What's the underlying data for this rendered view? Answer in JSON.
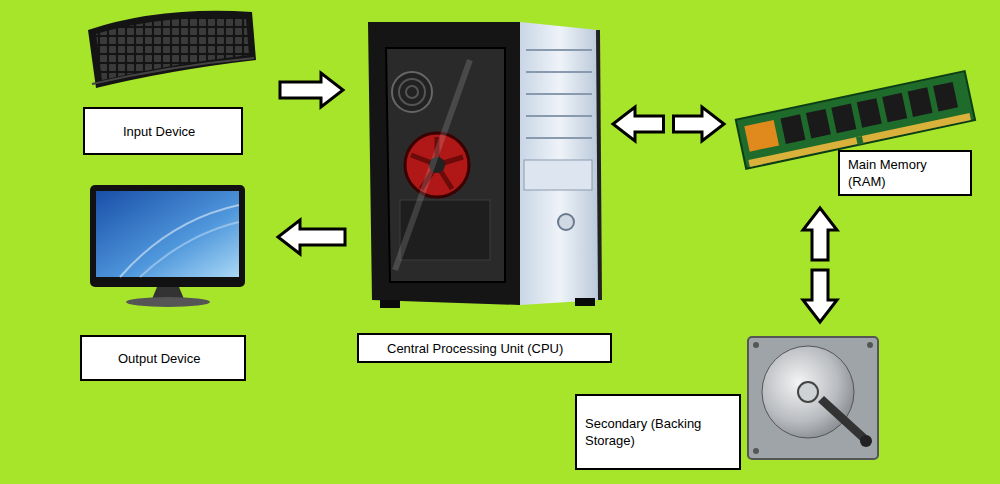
{
  "diagram": {
    "nodes": [
      {
        "text": [
          "Input Device"
        ]
      },
      {
        "text": [
          "Central Processing Unit (CPU)"
        ]
      },
      {
        "text": [
          "Main Memory (RAM)"
        ]
      },
      {
        "text": [
          "Output Device"
        ]
      },
      {
        "text": [
          "Secondary (Backing Storage)"
        ]
      }
    ],
    "edges": [
      {
        "from": 0,
        "to": 1,
        "arrow": "to"
      },
      {
        "from": 1,
        "to": 3,
        "arrow": "to"
      },
      {
        "from": 1,
        "to": 2,
        "arrow": "both"
      },
      {
        "from": 2,
        "to": 4,
        "arrow": "both"
      }
    ]
  }
}
